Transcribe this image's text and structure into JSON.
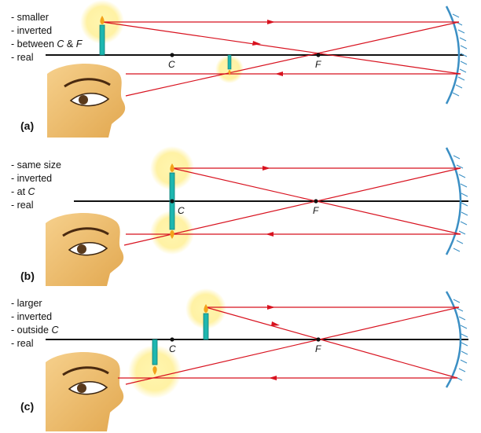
{
  "panels": [
    {
      "label": "(a)",
      "notes": [
        "- smaller",
        "- inverted",
        "- between",
        "- real"
      ],
      "note3_C": "C",
      "note3_amp": "&",
      "note3_F": "F",
      "point_C": "C",
      "point_F": "F"
    },
    {
      "label": "(b)",
      "notes": [
        "- same size",
        "- inverted",
        "- at",
        "- real"
      ],
      "note3_C": "C",
      "point_C": "C",
      "point_F": "F"
    },
    {
      "label": "(c)",
      "notes": [
        "- larger",
        "- inverted",
        "- outside",
        "- real"
      ],
      "note3_C": "C",
      "point_C": "C",
      "point_F": "F"
    }
  ],
  "colors": {
    "ray": "#d8121f",
    "axis": "#111111",
    "mirror": "#3b8fc4",
    "candle": "#1eb7b0",
    "flame": "#f3a21a",
    "glow": "#fff3a0",
    "skin": "#f1c47a"
  }
}
